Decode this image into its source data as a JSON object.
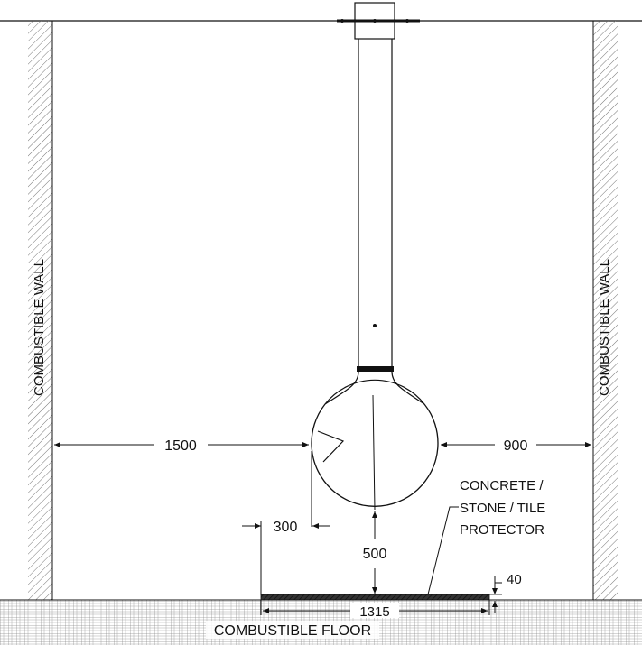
{
  "labels": {
    "wall_left": "COMBUSTIBLE WALL",
    "wall_right": "COMBUSTIBLE WALL",
    "floor": "COMBUSTIBLE FLOOR",
    "protector_line1": "CONCRETE /",
    "protector_line2": "STONE / TILE",
    "protector_line3": "PROTECTOR"
  },
  "dimensions": {
    "left_clearance": "1500",
    "right_clearance": "900",
    "protector_front": "300",
    "floor_gap": "500",
    "protector_thickness": "40",
    "protector_width": "1315"
  },
  "colors": {
    "line": "#111111",
    "hatch": "#777777"
  }
}
